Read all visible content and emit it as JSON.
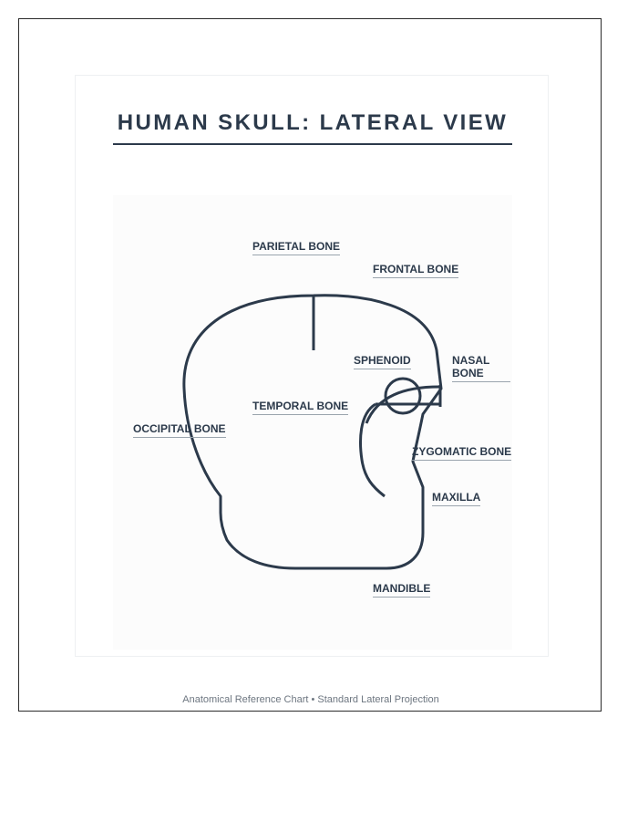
{
  "title": "HUMAN SKULL: LATERAL VIEW",
  "labels": {
    "parietal": "PARIETAL BONE",
    "frontal": "FRONTAL BONE",
    "sphenoid": "SPHENOID",
    "nasal": "NASAL BONE",
    "temporal": "TEMPORAL BONE",
    "occipital": "OCCIPITAL BONE",
    "zygomatic": "ZYGOMATIC BONE",
    "maxilla": "MAXILLA",
    "mandible": "MANDIBLE"
  },
  "footer": "Anatomical Reference Chart • Standard Lateral Projection",
  "colors": {
    "ink": "#2c3a4b",
    "underline": "#9aa4ad",
    "panel": "#fcfcfc",
    "footer": "#6d7680"
  }
}
